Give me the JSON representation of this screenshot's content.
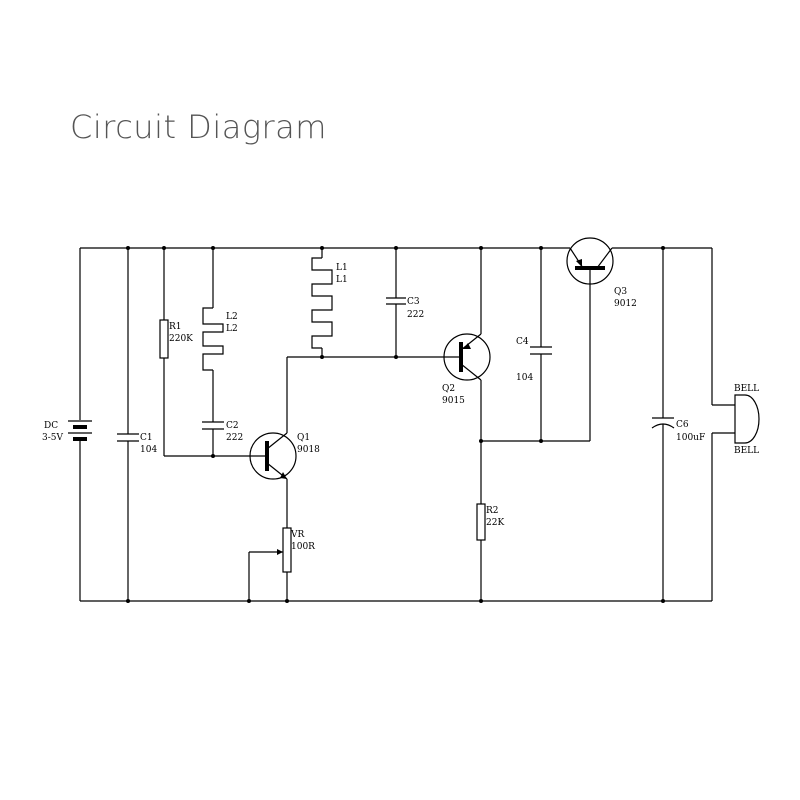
{
  "title": "Circuit Diagram",
  "components": {
    "dc": {
      "name": "DC",
      "value": "3-5V"
    },
    "c1": {
      "name": "C1",
      "value": "104"
    },
    "r1": {
      "name": "R1",
      "value": "220K"
    },
    "l2": {
      "name": "L2",
      "name2": "L2"
    },
    "c2": {
      "name": "C2",
      "value": "222"
    },
    "l1": {
      "name": "L1",
      "name2": "L1"
    },
    "c3": {
      "name": "C3",
      "value": "222"
    },
    "q1": {
      "name": "Q1",
      "value": "9018"
    },
    "vr": {
      "name": "VR",
      "value": "100R"
    },
    "q2": {
      "name": "Q2",
      "value": "9015"
    },
    "c4": {
      "name": "C4",
      "value": "104"
    },
    "r2": {
      "name": "R2",
      "value": "22K"
    },
    "q3": {
      "name": "Q3",
      "value": "9012"
    },
    "c6": {
      "name": "C6",
      "value": "100uF"
    },
    "bell": {
      "top": "BELL",
      "bottom": "BELL"
    }
  }
}
